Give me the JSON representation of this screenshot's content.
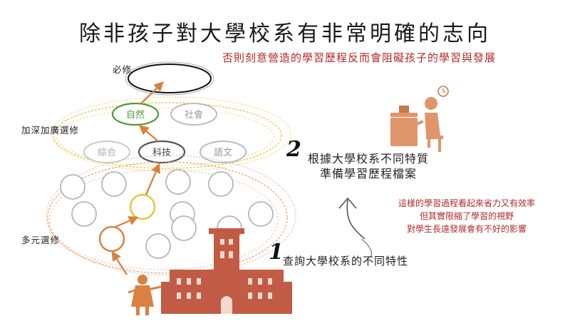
{
  "title": "除非孩子對大學校系有非常明確的志向",
  "subtitle": "否則刻意營造的學習歷程反而會阻礙孩子的學習與發展",
  "levels": {
    "required": "必修",
    "advanced": "加深加廣選修",
    "elective": "多元選修"
  },
  "subjects": {
    "nature": "自然",
    "society": "社會",
    "integrated": "綜合",
    "technology": "科技",
    "language": "語文"
  },
  "steps": {
    "step2_number": "2",
    "step2_line1": "根據大學校系不同特質",
    "step2_line2": "準備學習歷程檔案",
    "step1_number": "1",
    "step1_text": "查詢大學校系的不同特性"
  },
  "note": {
    "line1": "這樣的學習過程看起來省力又有效率",
    "line2": "但其實限縮了學習的視野",
    "line3": "對學生長遠發展會有不好的影響"
  },
  "colors": {
    "accent_red": "#b02a2a",
    "arrow_orange": "#d9813f",
    "nature_green": "#4f9a3a",
    "tech_dark": "#555555",
    "circle_gray": "#b5b5b5",
    "building_red": "#c25b45",
    "ring_yellow": "#e8c53c"
  }
}
